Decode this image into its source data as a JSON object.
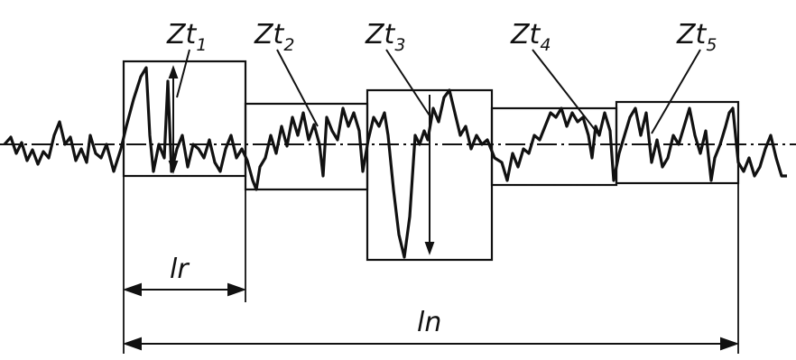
{
  "diagram": {
    "labels": {
      "zt": [
        {
          "main": "Zt",
          "sub": "1"
        },
        {
          "main": "Zt",
          "sub": "2"
        },
        {
          "main": "Zt",
          "sub": "3"
        },
        {
          "main": "Zt",
          "sub": "4"
        },
        {
          "main": "Zt",
          "sub": "5"
        }
      ],
      "lr": "lr",
      "ln": "ln"
    },
    "colors": {
      "ink": "#111111",
      "background": "#ffffff"
    }
  }
}
